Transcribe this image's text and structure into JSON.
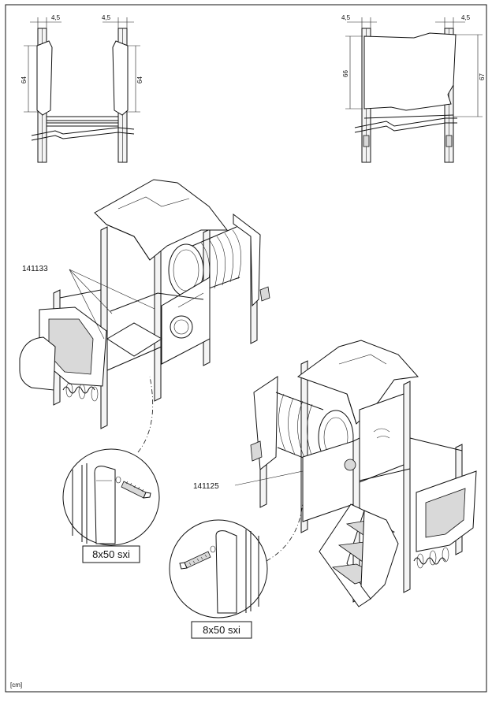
{
  "dimensions": {
    "top_left": {
      "offset_left": "4,5",
      "offset_right": "4,5",
      "height_left": "64",
      "height_right": "64"
    },
    "top_right": {
      "offset_left": "4,5",
      "offset_right": "4,5",
      "height_left": "66",
      "height_right": "67"
    }
  },
  "parts": {
    "upper": "141133",
    "lower": "141125"
  },
  "screws": {
    "upper_label": "8x50 sxi",
    "lower_label": "8x50 sxi"
  },
  "unit": "[cm]"
}
